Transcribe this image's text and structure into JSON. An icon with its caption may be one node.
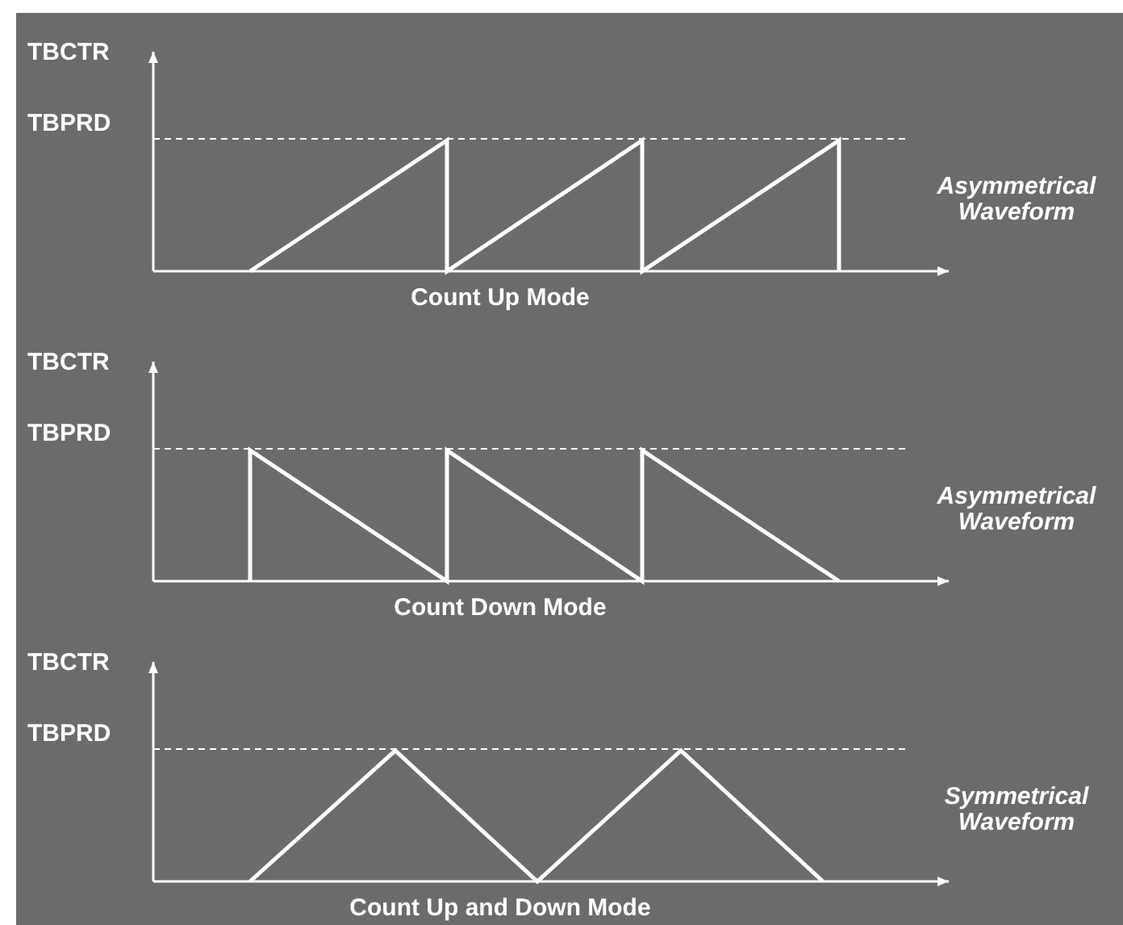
{
  "diagram": {
    "labels": [
      "TBCTR",
      "TBPRD",
      "Asymmetrical Waveform",
      "Count Up Mode",
      "TBCTR",
      "TBPRD",
      "Asymmetrical Waveform",
      "Count Down Mode",
      "TBCTR",
      "TBPRD",
      "Symmetrical Waveform",
      "Count Up and Down Mode"
    ]
  }
}
